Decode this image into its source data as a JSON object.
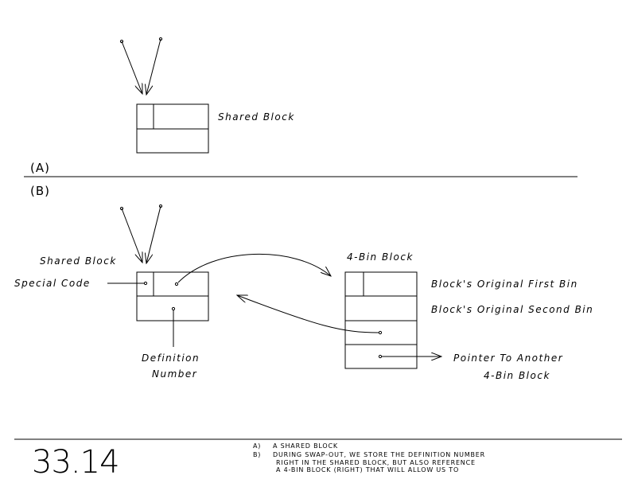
{
  "section_a": {
    "label": "(A)",
    "shared_block_label": "Shared Block"
  },
  "section_b": {
    "label": "(B)",
    "shared_block_label": "Shared Block",
    "special_code_label": "Special Code",
    "definition_label_line1": "Definition",
    "definition_label_line2": "Number",
    "four_bin_block_label": "4-Bin Block",
    "first_bin_label": "Block's Original First Bin",
    "second_bin_label": "Block's Original Second Bin",
    "pointer_label_line1": "Pointer To Another",
    "pointer_label_line2": "4-Bin Block"
  },
  "footer": {
    "figure_number": "33.14",
    "caption_a_marker": "A)",
    "caption_a_text": "A SHARED BLOCK",
    "caption_b_marker": "B)",
    "caption_b_line1": "DURING SWAP-OUT, WE STORE THE DEFINITION NUMBER",
    "caption_b_line2": "RIGHT IN THE SHARED BLOCK, BUT ALSO REFERENCE",
    "caption_b_line3": "A 4-BIN BLOCK (RIGHT) THAT WILL ALLOW US TO"
  }
}
